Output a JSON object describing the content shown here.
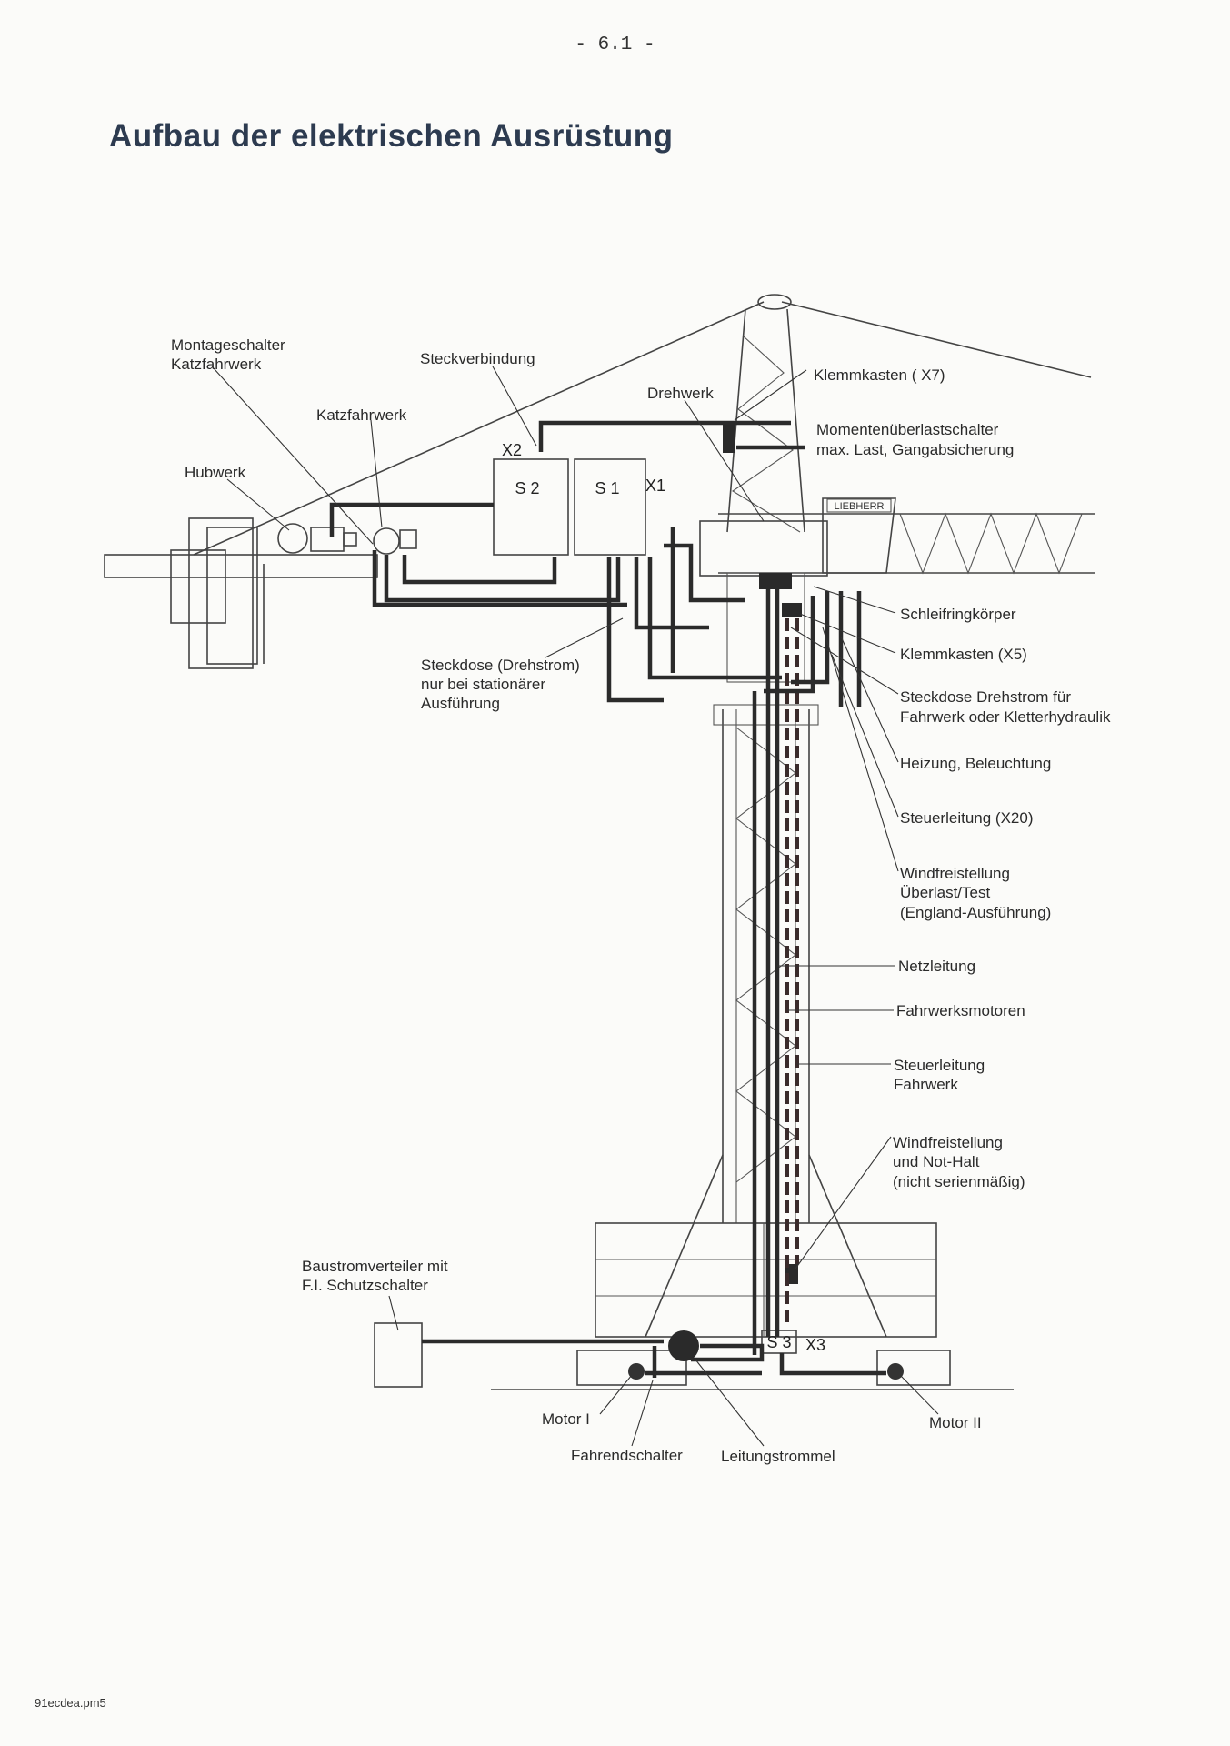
{
  "page_number": "- 6.1 -",
  "title": "Aufbau der elektrischen Ausrüstung",
  "footer": "91ecdea.pm5",
  "brand": "LIEBHERR",
  "boxes": {
    "s1": "S 1",
    "s2": "S 2",
    "s3": "S 3",
    "x1": "X1",
    "x2": "X2",
    "x3": "X3"
  },
  "labels": {
    "montageschalter_1": "Montageschalter",
    "montageschalter_2": "Katzfahrwerk",
    "hubwerk": "Hubwerk",
    "katzfahrwerk": "Katzfahrwerk",
    "steckverbindung": "Steckverbindung",
    "drehwerk": "Drehwerk",
    "klemmkasten_x7": "Klemmkasten ( X7)",
    "momentenueberlast": "Momentenüberlastschalter",
    "max_last": "max. Last, Gangabsicherung",
    "schleifring": "Schleifringkörper",
    "klemmkasten_x5": "Klemmkasten (X5)",
    "steckdose_fahrwerk_1": "Steckdose Drehstrom für",
    "steckdose_fahrwerk_2": "Fahrwerk oder Kletterhydraulik",
    "heizung": "Heizung, Beleuchtung",
    "steuerleitung_x20": "Steuerleitung (X20)",
    "windfrei_1": "Windfreistellung",
    "windfrei_2": "Überlast/Test",
    "windfrei_3": "(England-Ausführung)",
    "netzleitung": "Netzleitung",
    "fahrwerksmotoren": "Fahrwerksmotoren",
    "steuer_fahrwerk_1": "Steuerleitung",
    "steuer_fahrwerk_2": "Fahrwerk",
    "nothalt_1": "Windfreistellung",
    "nothalt_2": "und Not-Halt",
    "nothalt_3": "(nicht serienmäßig)",
    "steckdose_stat_1": "Steckdose (Drehstrom)",
    "steckdose_stat_2": "nur bei stationärer",
    "steckdose_stat_3": "Ausführung",
    "baustrom_1": "Baustromverteiler mit",
    "baustrom_2": "F.I. Schutzschalter",
    "motor_1": "Motor I",
    "motor_2": "Motor II",
    "fahrendschalter": "Fahrendschalter",
    "leitungstrommel": "Leitungstrommel"
  }
}
